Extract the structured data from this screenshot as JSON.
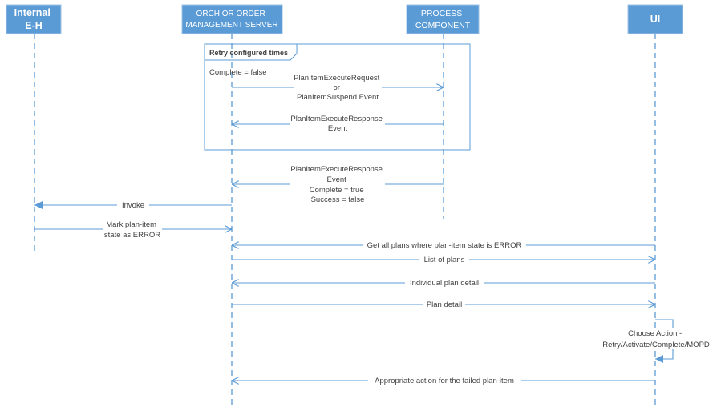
{
  "actors": {
    "internal_eh": {
      "lines": [
        "Internal",
        "E-H"
      ]
    },
    "orch": {
      "lines": [
        "ORCH OR ORDER",
        "MANAGEMENT SERVER"
      ]
    },
    "process": {
      "lines": [
        "PROCESS",
        "COMPONENT"
      ]
    },
    "ui": {
      "lines": [
        "UI"
      ]
    }
  },
  "frame": {
    "label": "Retry configured times",
    "guard": "Complete = false"
  },
  "messages": {
    "m1": {
      "lines": [
        "PlanItemExecuteRequest",
        "or",
        "PlanItemSuspend Event"
      ]
    },
    "m2": {
      "lines": [
        "PlanItemExecuteResponse",
        "Event"
      ]
    },
    "m3": {
      "lines": [
        "PlanItemExecuteResponse",
        "Event",
        "Complete = true",
        "Success = false"
      ]
    },
    "m4": {
      "lines": [
        "Invoke"
      ]
    },
    "m5": {
      "lines": [
        "Mark plan-item",
        "state as ERROR"
      ]
    },
    "m6": {
      "lines": [
        "Get all plans where plan-item state is ERROR"
      ]
    },
    "m7": {
      "lines": [
        "List of plans"
      ]
    },
    "m8": {
      "lines": [
        "Individual plan detail"
      ]
    },
    "m9": {
      "lines": [
        "Plan detail"
      ]
    },
    "m10": {
      "lines": [
        "Choose Action -",
        "Retry/Activate/Complete/MOPD"
      ]
    },
    "m11": {
      "lines": [
        "Appropriate action for the failed plan-item"
      ]
    }
  },
  "colors": {
    "accent": "#5b9bd5",
    "text": "#404040"
  }
}
